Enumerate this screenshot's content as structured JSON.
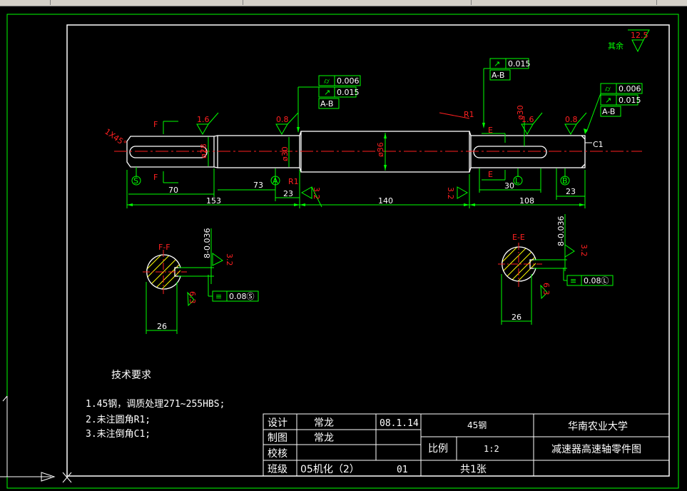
{
  "colors": {
    "background": "#000000",
    "frame": "#ffffff",
    "geometry": "#ffffff",
    "dimension": "#00ff00",
    "text_red": "#ff2020",
    "centerline": "#ff2020",
    "hatch": "#ffff00"
  },
  "icons": [
    "ucs-x-arrow-icon",
    "ucs-y-axis-icon",
    "crosshair-icon"
  ],
  "drawing": {
    "roughness_other": {
      "label": "其余",
      "value": "12.5"
    },
    "dims": {
      "d153": "153",
      "d140": "140",
      "d108": "108",
      "d70": "70",
      "d73": "73",
      "d23a": "23",
      "d30": "30",
      "d23b": "23",
      "d26a": "26",
      "d26b": "26",
      "dia30a": "ø30",
      "dia36": "ø36",
      "dia28": "ø28",
      "dia30b": "ø30",
      "chamfer": "1X45°",
      "fillet": "R1",
      "fillet2": "R1",
      "c1": "C1",
      "tol_ff": "8-0.036",
      "tol_ee": "8-0.036"
    },
    "roughness": [
      "1.6",
      "0.8",
      "1.6",
      "0.8",
      "3.2",
      "3.2",
      "3.2",
      "6.3",
      "3.2",
      "6.3"
    ],
    "datums": [
      "S",
      "A",
      "L",
      "B"
    ],
    "section_letters": {
      "f1": "F",
      "f2": "F",
      "e1": "E",
      "e2": "E"
    },
    "gdt": {
      "left_cyl": "0.006",
      "left_runout": "0.015",
      "left_datum": "A-B",
      "mid_runout": "0.015",
      "mid_datum": "A-B",
      "right_cyl": "0.006",
      "right_runout": "0.015",
      "right_datum": "A-B",
      "sym_ff": "0.08Ⓢ",
      "sym_ee": "0.08Ⓛ"
    },
    "sections": {
      "ff": "F-F",
      "ee": "E-E"
    }
  },
  "tech_req": {
    "title": "技术要求",
    "items": [
      "1.45钢，调质处理271~255HBS;",
      "2.未注圆角R1;",
      "3.未注倒角C1;"
    ]
  },
  "title_block": {
    "design_label": "设计",
    "design_name": "常龙",
    "date": "08.1.14",
    "draw_label": "制图",
    "draw_name": "常龙",
    "check_label": "校核",
    "class_label": "班级",
    "class_value": "05机化（2）",
    "class_no": "01",
    "material": "45钢",
    "scale_label": "比例",
    "scale_value": "1:2",
    "sheets": "共1张",
    "school": "华南农业大学",
    "drawing_name": "减速器高速轴零件图"
  }
}
